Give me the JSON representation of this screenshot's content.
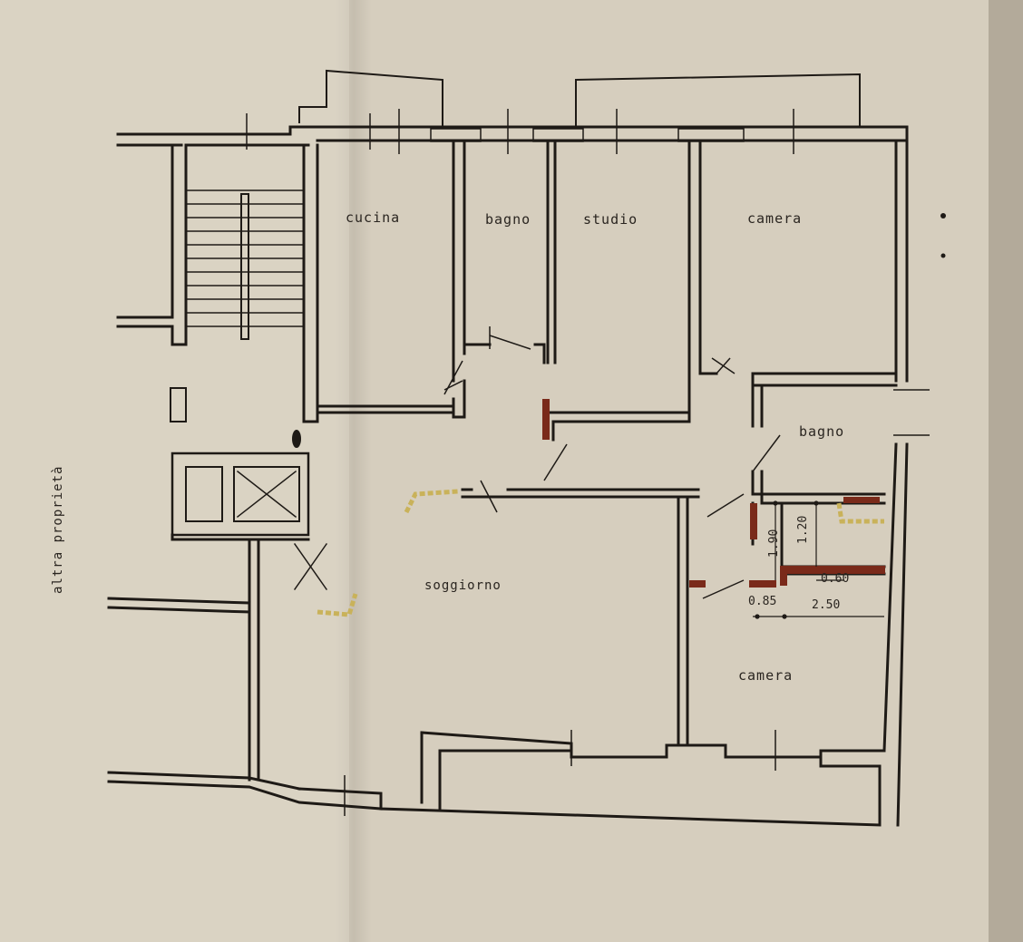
{
  "rooms": {
    "cucina": "cucina",
    "bagno_1": "bagno",
    "studio": "studio",
    "camera_1": "camera",
    "bagno_2": "bagno",
    "soggiorno": "soggiorno",
    "camera_2": "camera"
  },
  "side_note": "altra proprietà",
  "dimensions": {
    "d_190": "1.90",
    "d_120": "1.20",
    "d_060": "0.60",
    "d_085": "0.85",
    "d_250": "2.50"
  },
  "colors": {
    "paper": "#d6cebe",
    "ink": "#1e1a16",
    "new_wall": "#7a2a1a",
    "demolished": "#c9b25a"
  }
}
